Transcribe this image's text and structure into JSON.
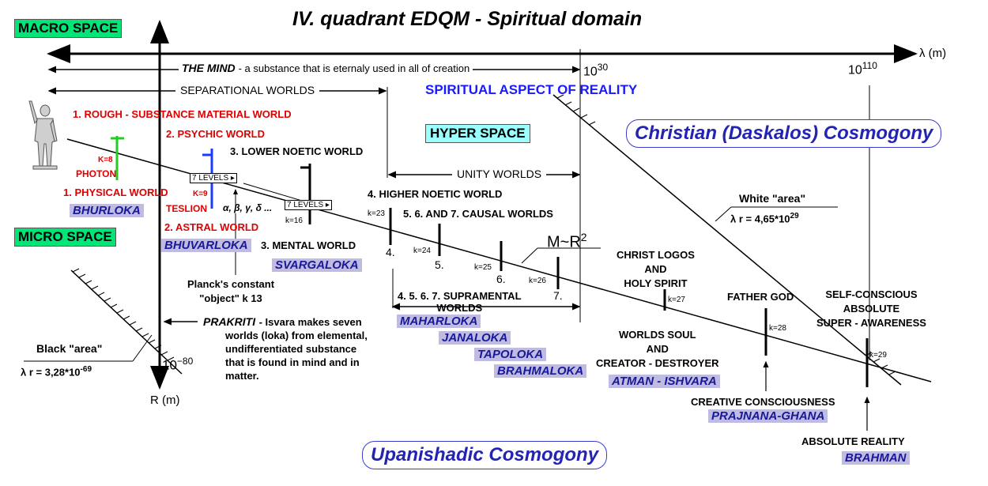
{
  "title": "IV. quadrant EDQM - Spiritual domain",
  "macro_space": "MACRO SPACE",
  "micro_space": "MICRO SPACE",
  "hyper_space": "HYPER SPACE",
  "axis": {
    "lambda": "λ (m)",
    "r": "R (m)"
  },
  "exponents": {
    "t30_base": "10",
    "t30_exp": "30",
    "t110_base": "10",
    "t110_exp": "110",
    "tm80_base": "10",
    "tm80_exp": "−80"
  },
  "the_mind": {
    "label": "THE MIND",
    "text": "- a substance that is eternaly used in all of creation"
  },
  "separational_worlds": "SEPARATIONAL WORLDS",
  "unity_worlds": "UNITY WORLDS",
  "spiritual_aspect": "SPIRITUAL ASPECT OF REALITY",
  "christian": "Christian (Daskalos) Cosmogony",
  "upanishadic": "Upanishadic Cosmogony",
  "worlds": {
    "rough": "1. ROUGH - SUBSTANCE MATERIAL WORLD",
    "psychic": "2. PSYCHIC WORLD",
    "lower_noetic": "3. LOWER NOETIC WORLD",
    "physical": "1. PHYSICAL WORLD",
    "astral": "2. ASTRAL WORLD",
    "mental": "3. MENTAL WORLD",
    "higher_noetic": "4. HIGHER NOETIC WORLD",
    "causal": "5. 6. AND 7. CAUSAL WORLDS",
    "supramental_1": "4. 5. 6. 7. SUPRAMENTAL",
    "supramental_2": "WORLDS"
  },
  "lokas": {
    "bhurloka": "BHURLOKA",
    "bhuvarloka": "BHUVARLOKA",
    "svargaloka": "SVARGALOKA",
    "maharloka": "MAHARLOKA",
    "janaloka": "JANALOKA",
    "tapoloka": "TAPOLOKA",
    "brahmaloka": "BRAHMALOKA",
    "atman": "ATMAN - ISHVARA",
    "prajnana": "PRAJNANA-GHANA",
    "brahman": "BRAHMAN"
  },
  "photon": {
    "k": "K=8",
    "name": "PHOTON"
  },
  "teslion": {
    "k": "K=9",
    "name": "TESLION"
  },
  "levels": [
    "7 LEVELS",
    "7 LEVELS"
  ],
  "greek": "α, β, γ, δ ...",
  "k_labels": {
    "k16": "k=16",
    "k23": "k=23",
    "k24": "k=24",
    "k25": "k=25",
    "k26": "k=26",
    "k27": "k=27",
    "k28": "k=28",
    "k29": "k=29"
  },
  "numbers": {
    "n4": "4.",
    "n5": "5.",
    "n6": "6.",
    "n7": "7."
  },
  "mr2": {
    "base": "M~R",
    "exp": "2"
  },
  "planck": {
    "line1": "Planck's constant",
    "line2": "\"object\" k 13"
  },
  "prakriti": {
    "label": "PRAKRITI",
    "line1": "- Isvara makes seven",
    "line2": "worlds (loka) from elemental,",
    "line3": "undifferentiated substance",
    "line4": "that is found in mind and in",
    "line5": "matter."
  },
  "black_area": {
    "label": "Black \"area\"",
    "formula": "λ r = 3,28*10",
    "exp": "-69"
  },
  "white_area": {
    "label": "White \"area\"",
    "formula": "λ r = 4,65*10",
    "exp": "29"
  },
  "christ": {
    "l1": "CHRIST LOGOS",
    "l2": "AND",
    "l3": "HOLY SPIRIT"
  },
  "father_god": "FATHER GOD",
  "self_conscious": {
    "l1": "SELF-CONSCIOUS",
    "l2": "ABSOLUTE",
    "l3": "SUPER - AWARENESS"
  },
  "worlds_soul": {
    "l1": "WORLDS SOUL",
    "l2": "AND",
    "l3": "CREATOR - DESTROYER"
  },
  "creative": "CREATIVE CONSCIOUSNESS",
  "absolute_reality": "ABSOLUTE REALITY"
}
